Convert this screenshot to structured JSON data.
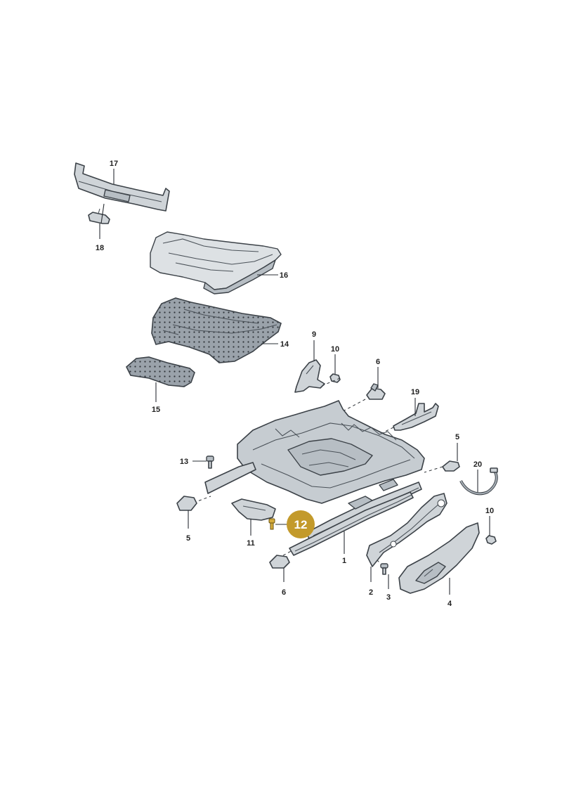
{
  "diagram": {
    "highlight_color": "#c39a2b",
    "highlighted_part": "12",
    "callouts": {
      "p1": "1",
      "p2": "2",
      "p3": "3",
      "p4": "4",
      "p5a": "5",
      "p5b": "5",
      "p6a": "6",
      "p6b": "6",
      "p9": "9",
      "p10a": "10",
      "p10b": "10",
      "p11": "11",
      "p12": "12",
      "p13": "13",
      "p14": "14",
      "p15": "15",
      "p16": "16",
      "p17": "17",
      "p18": "18",
      "p19": "19",
      "p20": "20"
    }
  }
}
